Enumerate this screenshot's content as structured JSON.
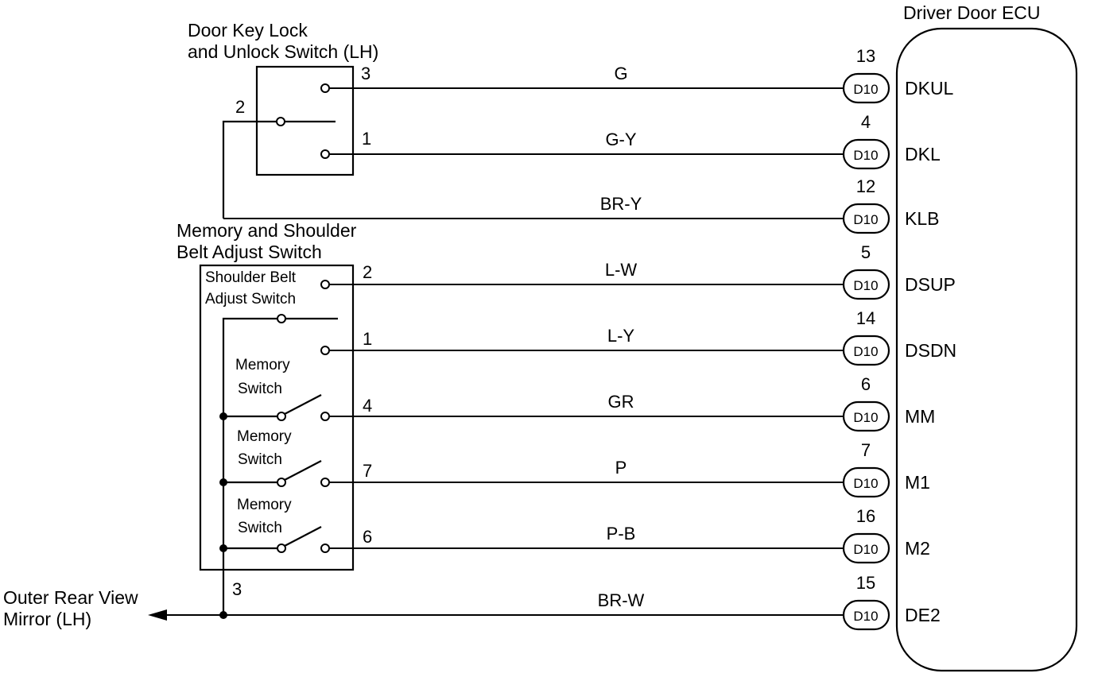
{
  "ecu": {
    "title": "Driver Door ECU"
  },
  "key_switch": {
    "title_line1": "Door Key Lock",
    "title_line2": "and Unlock Switch (LH)",
    "pins": {
      "p3": "3",
      "p2": "2",
      "p1": "1"
    }
  },
  "memory_switch": {
    "title_line1": "Memory and Shoulder",
    "title_line2": "Belt Adjust Switch",
    "sub_line1": "Shoulder Belt",
    "sub_line2": "Adjust Switch",
    "memory_switches": [
      {
        "line1": "Memory",
        "line2": "Switch"
      },
      {
        "line1": "Memory",
        "line2": "Switch"
      },
      {
        "line1": "Memory",
        "line2": "Switch"
      }
    ],
    "pins": {
      "p2": "2",
      "p1": "1",
      "p4": "4",
      "p7": "7",
      "p6": "6",
      "p3": "3"
    }
  },
  "mirror": {
    "line1": "Outer Rear View",
    "line2": "Mirror (LH)"
  },
  "wires": [
    {
      "color": "G",
      "pin": "13",
      "connector": "D10",
      "terminal": "DKUL"
    },
    {
      "color": "G-Y",
      "pin": "4",
      "connector": "D10",
      "terminal": "DKL"
    },
    {
      "color": "BR-Y",
      "pin": "12",
      "connector": "D10",
      "terminal": "KLB"
    },
    {
      "color": "L-W",
      "pin": "5",
      "connector": "D10",
      "terminal": "DSUP"
    },
    {
      "color": "L-Y",
      "pin": "14",
      "connector": "D10",
      "terminal": "DSDN"
    },
    {
      "color": "GR",
      "pin": "6",
      "connector": "D10",
      "terminal": "MM"
    },
    {
      "color": "P",
      "pin": "7",
      "connector": "D10",
      "terminal": "M1"
    },
    {
      "color": "P-B",
      "pin": "16",
      "connector": "D10",
      "terminal": "M2"
    },
    {
      "color": "BR-W",
      "pin": "15",
      "connector": "D10",
      "terminal": "DE2"
    }
  ]
}
